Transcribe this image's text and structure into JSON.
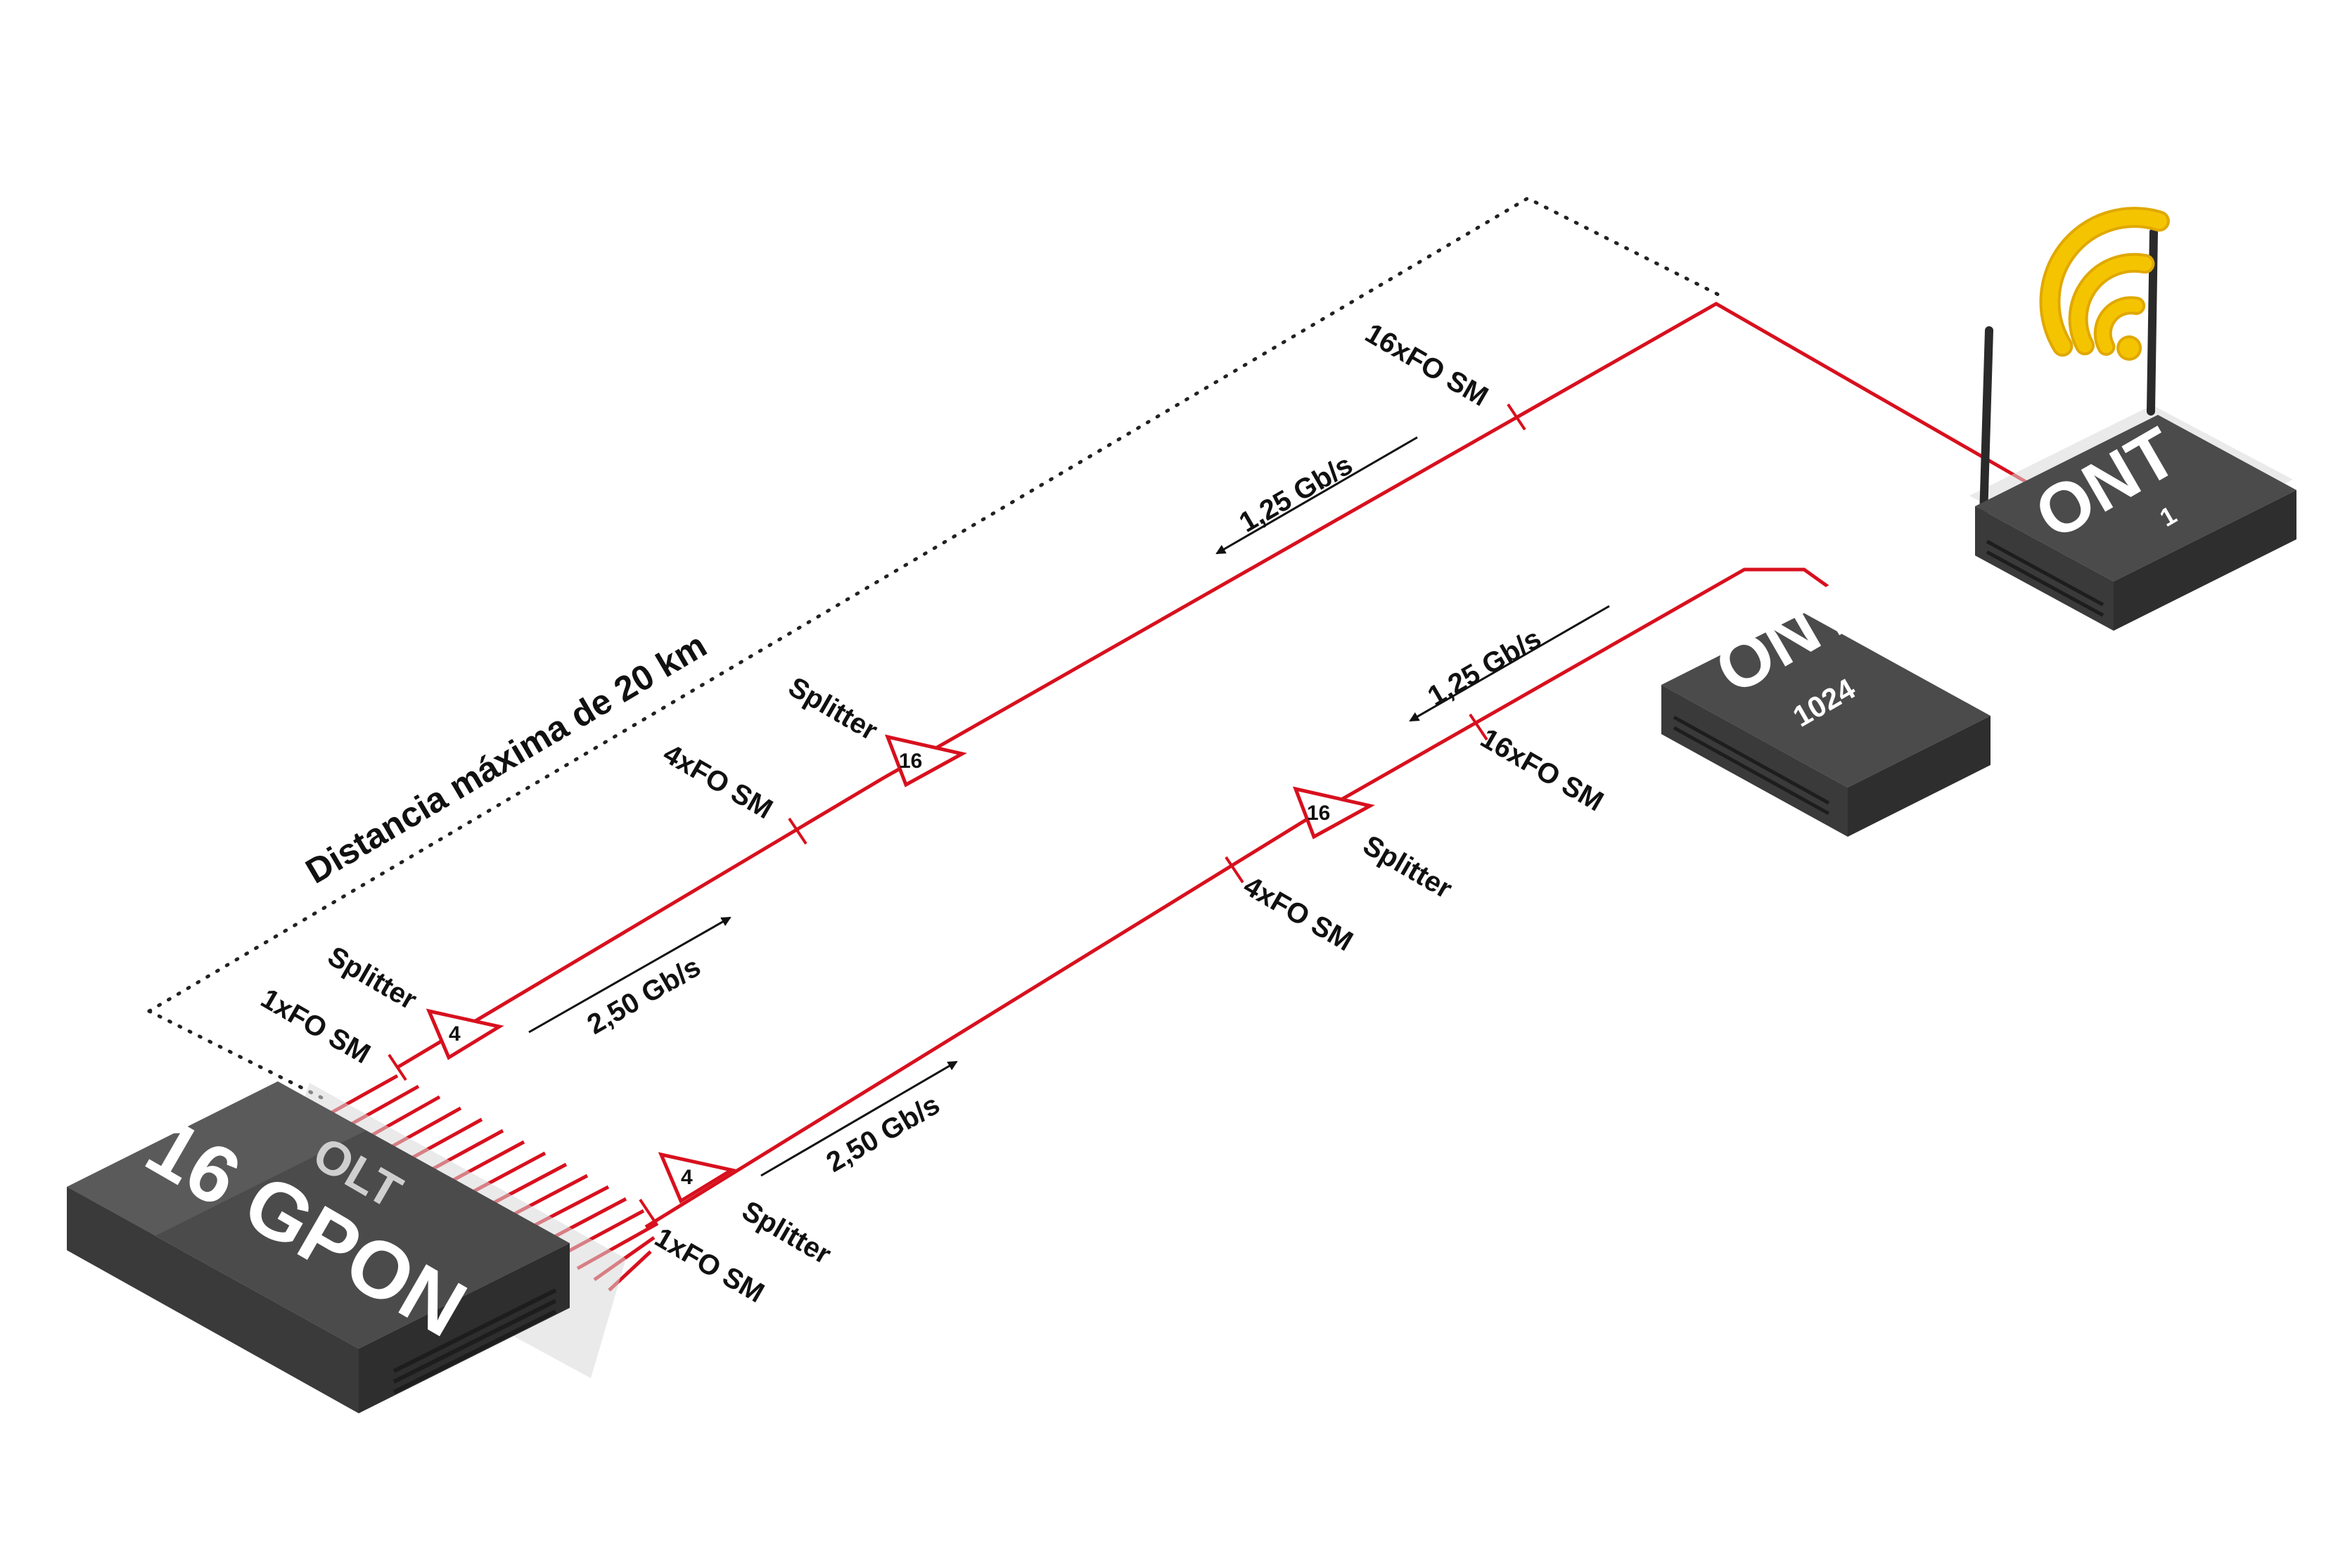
{
  "distance_label": "Distancia máxima de 20 km",
  "olt": {
    "title": "OLT",
    "model": "16 GPON"
  },
  "ont_top": {
    "title": "ONT",
    "number": "1"
  },
  "ont_bottom": {
    "title": "ONT",
    "number": "1024"
  },
  "splitter_word": "Splitter",
  "splitter_4": "4",
  "splitter_16": "16",
  "fiber_1x": "1xFO SM",
  "fiber_4x": "4xFO SM",
  "fiber_16x": "16xFO SM",
  "rate_down": "2,50 Gb/s",
  "rate_up": "1,25 Gb/s",
  "colors": {
    "fiber": "#d8101e",
    "device": "#4a4a4a",
    "wifi": "#f5c400"
  }
}
